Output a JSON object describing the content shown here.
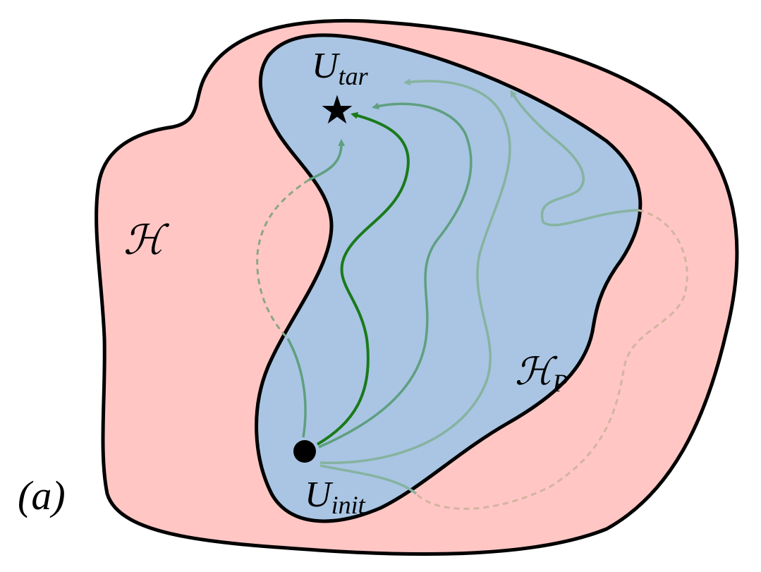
{
  "panel": {
    "label": "(a)"
  },
  "regions": {
    "outer": {
      "label": "ℋ",
      "color": "#ffc6c4"
    },
    "inner": {
      "label": "ℋ",
      "subscript": "P",
      "color": "#a9c5e3"
    }
  },
  "points": {
    "target": {
      "symbol": "★",
      "label": "U",
      "subscript": "tar"
    },
    "initial": {
      "label": "U",
      "subscript": "init"
    }
  },
  "colors": {
    "outline": "#000000",
    "main_path": "#1a7a1a",
    "faded_path": "#5f9f7f",
    "dashed_path_inside": "#8aa882",
    "dashed_path_outside": "#d3b4a0"
  }
}
